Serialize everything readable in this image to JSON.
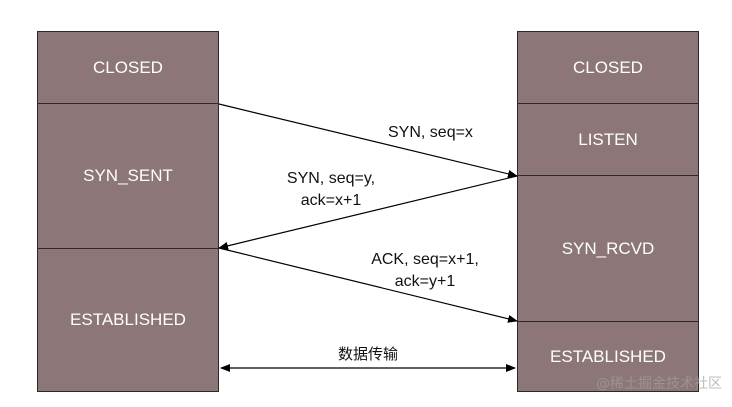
{
  "client": {
    "states": [
      "CLOSED",
      "SYN_SENT",
      "ESTABLISHED"
    ]
  },
  "server": {
    "states": [
      "CLOSED",
      "LISTEN",
      "SYN_RCVD",
      "ESTABLISHED"
    ]
  },
  "messages": {
    "syn": "SYN, seq=x",
    "synack_line1": "SYN, seq=y,",
    "synack_line2": "ack=x+1",
    "ack_line1": "ACK, seq=x+1,",
    "ack_line2": "ack=y+1",
    "data_transfer": "数据传输"
  },
  "watermark": "@稀土掘金技术社区",
  "colors": {
    "state_fill": "#8c7677",
    "state_text": "#ffffff",
    "border": "#2a2a2a",
    "arrow": "#000000"
  }
}
